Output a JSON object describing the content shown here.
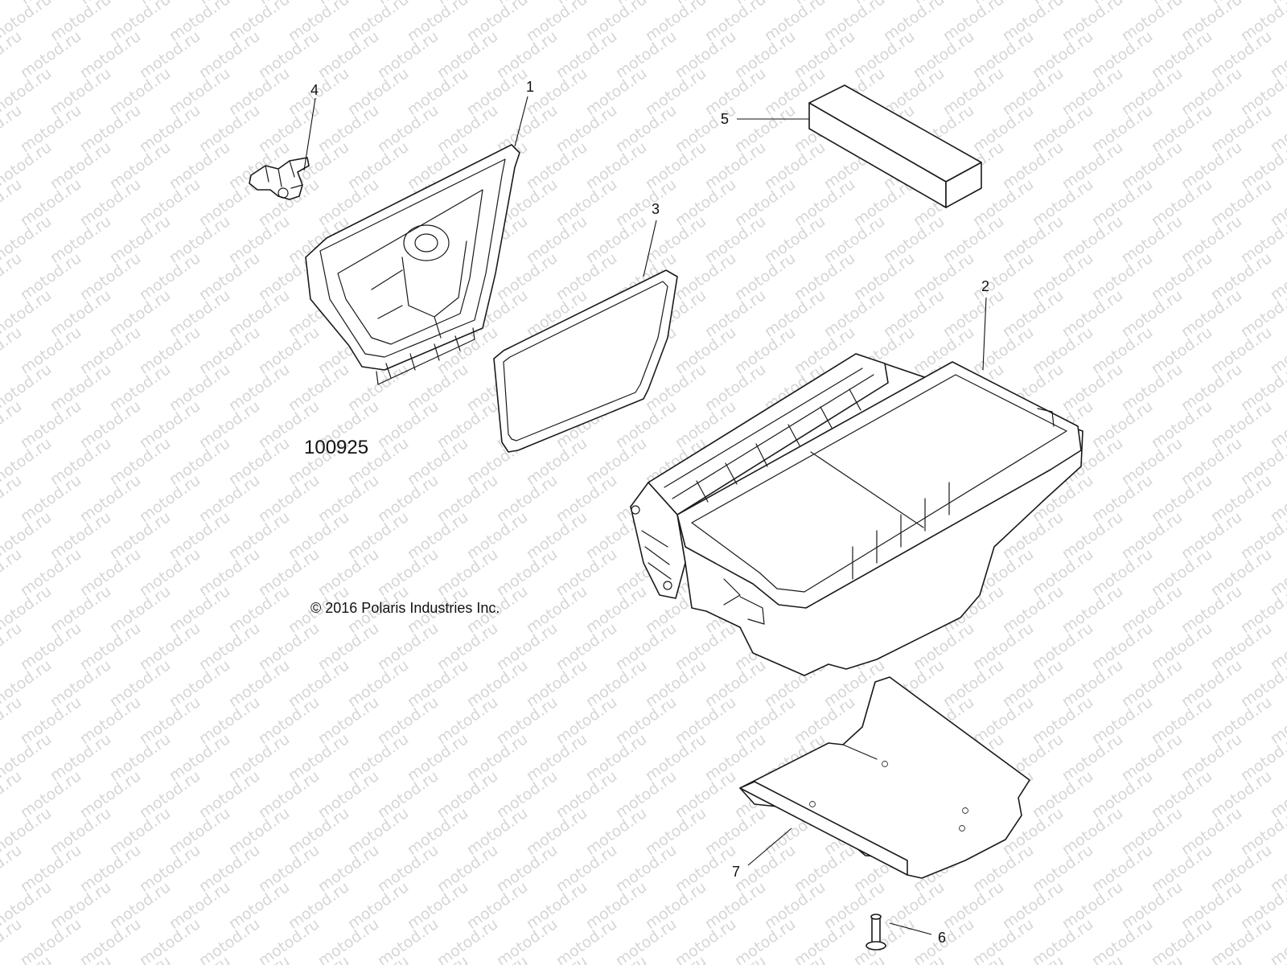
{
  "watermark": {
    "text": "motod.ru",
    "color": "#d6d6d6"
  },
  "figure_number": "100925",
  "copyright": "© 2016 Polaris Industries Inc.",
  "callouts": [
    {
      "id": "4",
      "label": "4"
    },
    {
      "id": "1",
      "label": "1"
    },
    {
      "id": "5",
      "label": "5"
    },
    {
      "id": "3",
      "label": "3"
    },
    {
      "id": "2",
      "label": "2"
    },
    {
      "id": "7",
      "label": "7"
    },
    {
      "id": "6",
      "label": "6"
    }
  ]
}
